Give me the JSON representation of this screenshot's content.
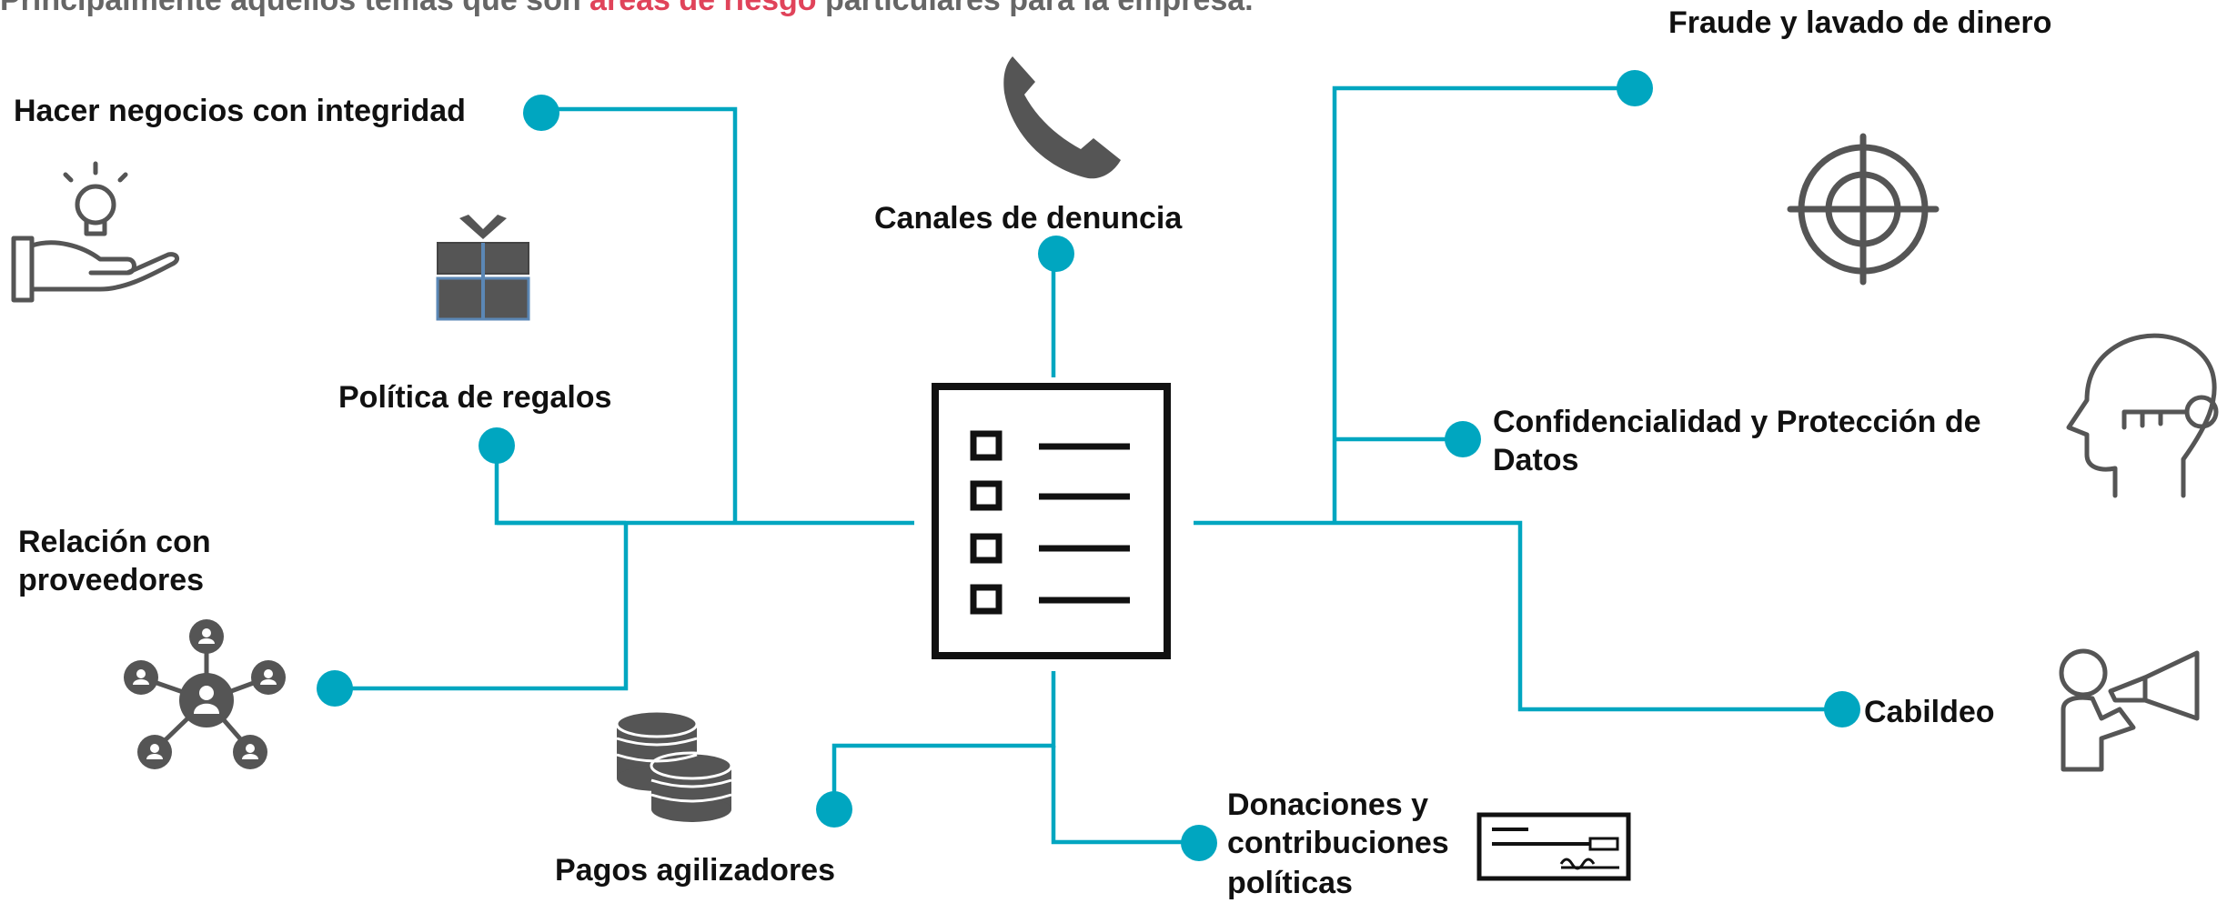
{
  "intro": {
    "prefix": "Principalmente aquellos temas que son ",
    "highlight": "áreas de riesgo",
    "suffix": " particulares para la empresa.",
    "highlight_color": "#e0435a"
  },
  "topics": {
    "integridad": "Hacer negocios con integridad",
    "regalos": "Política de regalos",
    "proveedores_1": "Relación con",
    "proveedores_2": "proveedores",
    "pagos": "Pagos agilizadores",
    "denuncia": "Canales de denuncia",
    "donaciones_1": "Donaciones y",
    "donaciones_2": "contribuciones",
    "donaciones_3": "políticas",
    "fraude": "Fraude y lavado de dinero",
    "confidencialidad_1": "Confidencialidad y Protección de",
    "confidencialidad_2": "Datos",
    "cabildeo": "Cabildeo"
  },
  "icons": [
    "hand-lightbulb-icon",
    "gift-icon",
    "supplier-network-icon",
    "coins-icon",
    "telephone-icon",
    "checklist-icon",
    "check-payment-icon",
    "target-icon",
    "head-key-icon",
    "megaphone-person-icon"
  ],
  "colors": {
    "connector": "#00a6c0",
    "icon": "#555555",
    "text": "#111111",
    "intro": "#666666"
  }
}
